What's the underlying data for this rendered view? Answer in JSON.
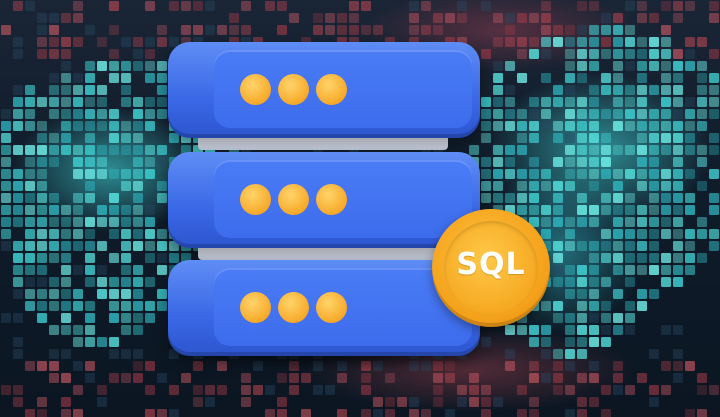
{
  "scene": {
    "subject": "server-stack-illustration",
    "badge_label": "SQL",
    "server_units": 3,
    "dots_per_unit": 3,
    "colors": {
      "server_blue": "#3d6cec",
      "dot_orange": "#f7a92a",
      "coin_orange": "#f4a11b",
      "cyan_glow": "#46e6e6",
      "red_glow": "#d0505a",
      "background": "#0f1c2a"
    }
  }
}
